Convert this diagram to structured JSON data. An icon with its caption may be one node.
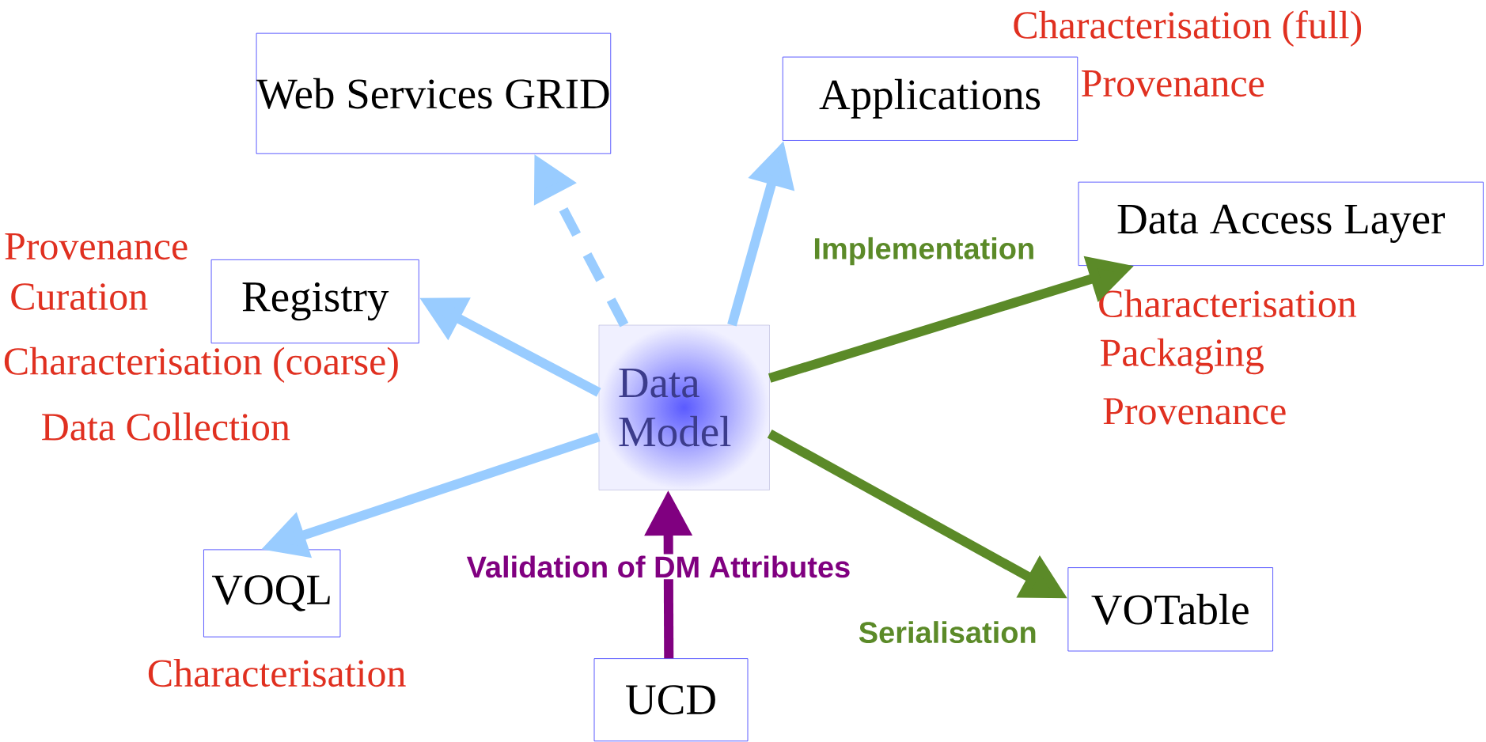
{
  "diagram": {
    "nodes": [
      {
        "text": [
          "Web Services GRID"
        ]
      },
      {
        "text": [
          "Applications"
        ],
        "beside": [
          "Characterisation (full)",
          "Provenance"
        ]
      },
      {
        "text": [
          "Data Access Layer"
        ],
        "beside": [
          "Characterisation",
          "Packaging",
          "Provenance"
        ]
      },
      {
        "text": [
          "Registry"
        ],
        "beside": [
          "Provenance",
          "Curation",
          "Characterisation (coarse)",
          "Data Collection"
        ]
      },
      {
        "text": [
          "Data Model"
        ]
      },
      {
        "text": [
          "VOQL"
        ],
        "beside": [
          "Characterisation"
        ]
      },
      {
        "text": [
          "VOTable"
        ]
      },
      {
        "text": [
          "UCD"
        ]
      }
    ],
    "edges": [
      {
        "from": 4,
        "to": 0,
        "arrow": "to",
        "style": "dashed"
      },
      {
        "from": 4,
        "to": 1,
        "arrow": "to"
      },
      {
        "from": 4,
        "to": 3,
        "arrow": "to"
      },
      {
        "from": 4,
        "to": 5,
        "arrow": "to"
      },
      {
        "from": 4,
        "to": 2,
        "arrow": "to",
        "label": "Implementation",
        "color": "#5b8a28"
      },
      {
        "from": 4,
        "to": 6,
        "arrow": "to",
        "label": "Serialisation",
        "color": "#5b8a28"
      },
      {
        "from": 7,
        "to": 4,
        "arrow": "to",
        "label": "Validation of DM Attributes",
        "color": "#800080"
      }
    ]
  }
}
